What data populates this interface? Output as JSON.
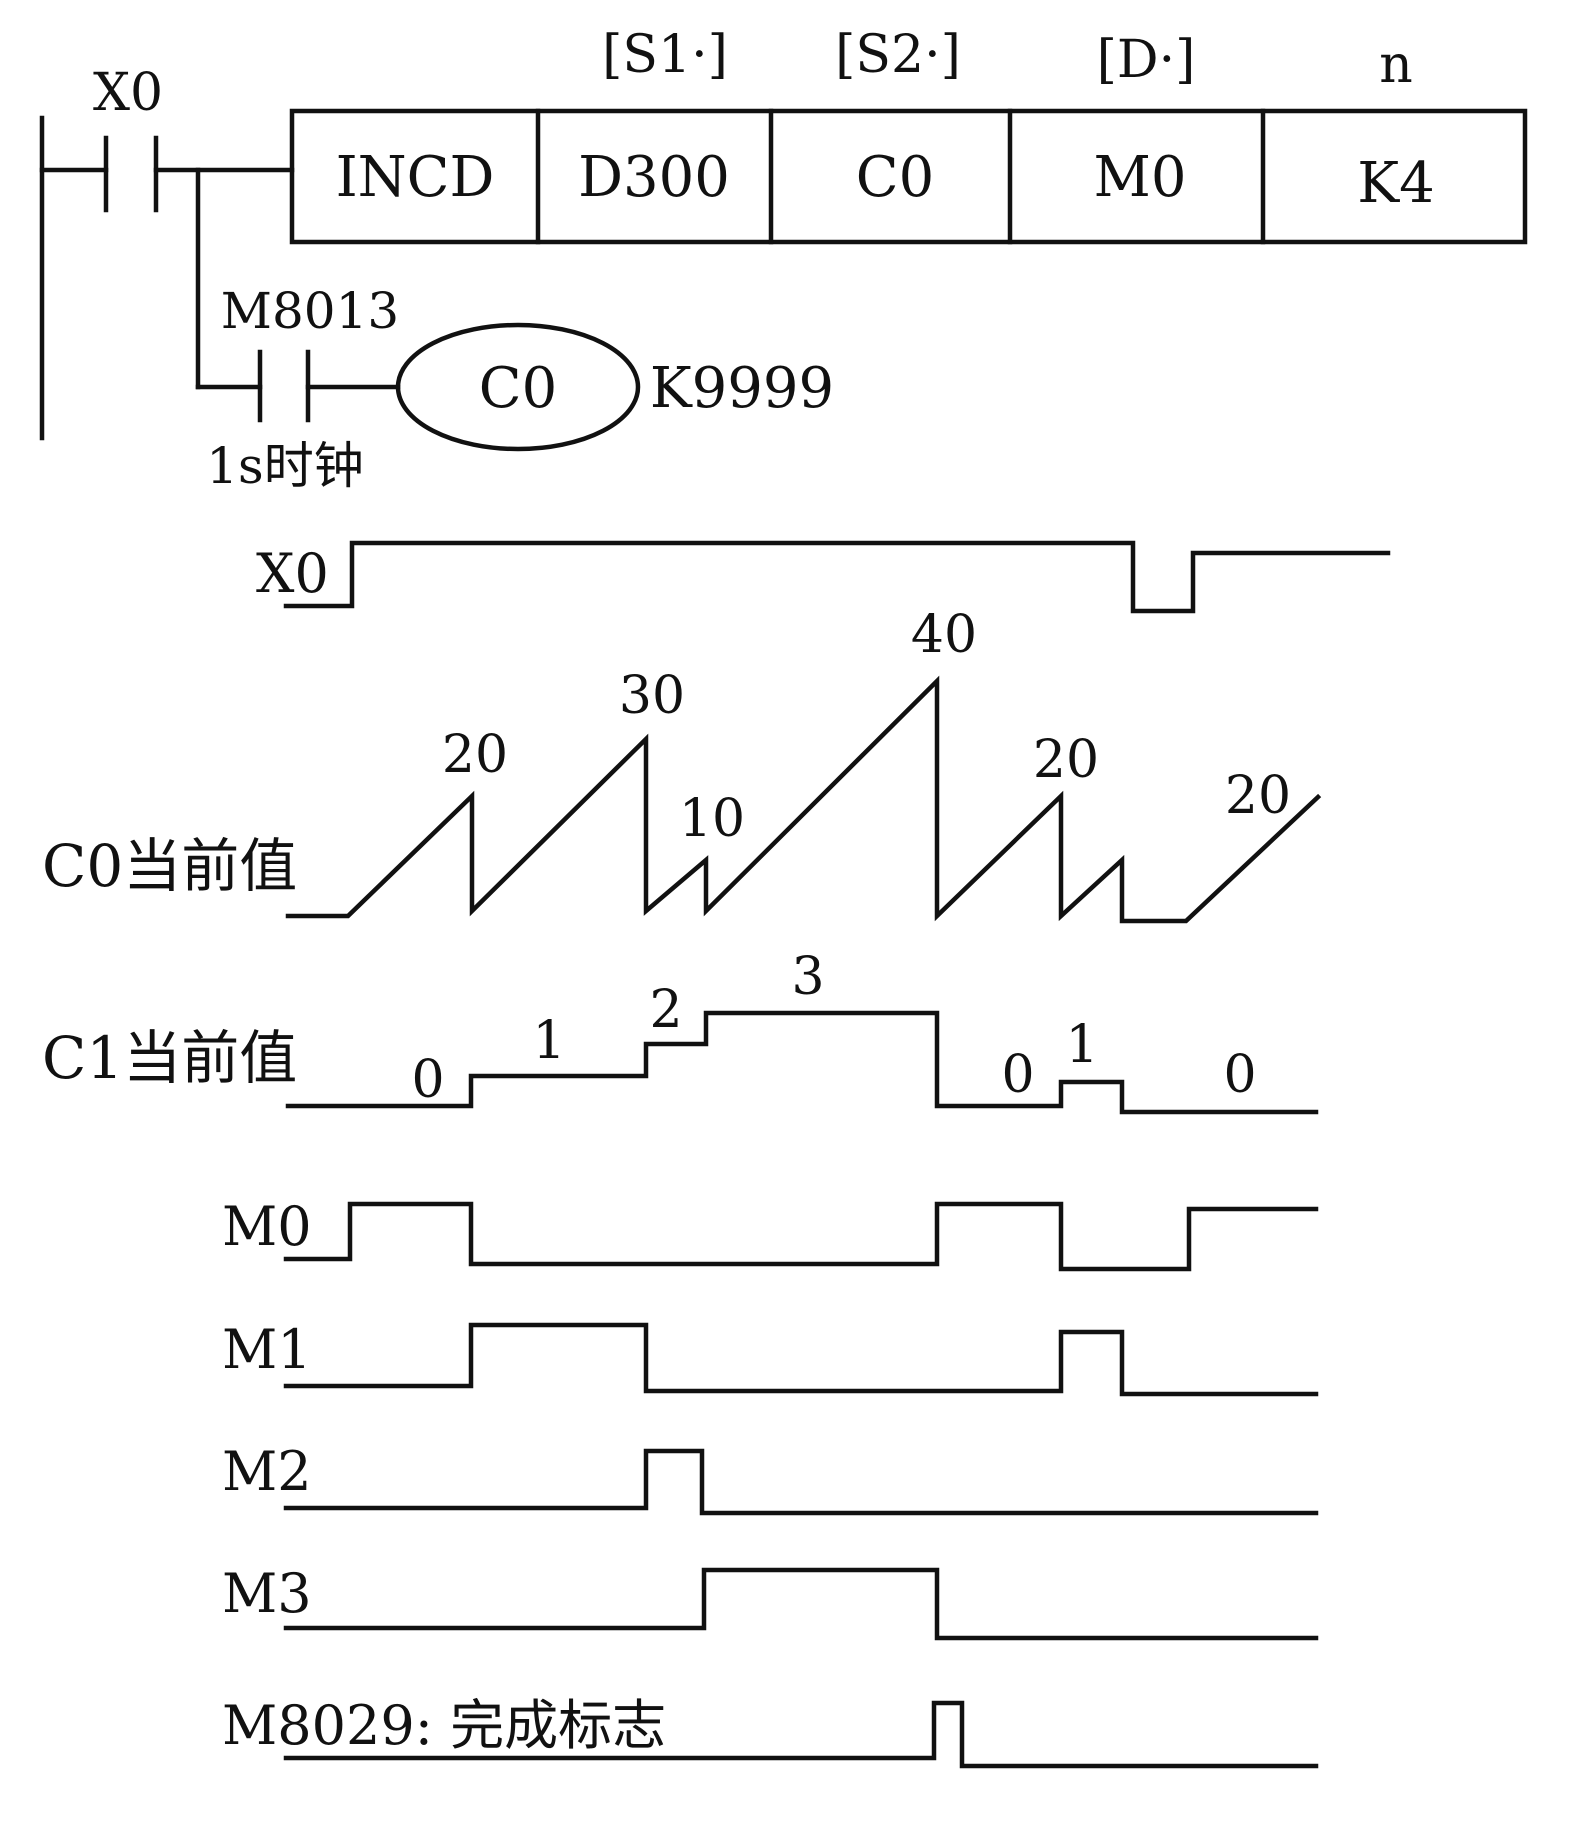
{
  "ladder": {
    "contact_x0": "X0",
    "instruction": {
      "operand_headers": [
        "[S1·]",
        "[S2·]",
        "[D·]",
        "n"
      ],
      "cells": [
        "INCD",
        "D300",
        "C0",
        "M0",
        "K4"
      ]
    },
    "contact_m8013": "M8013",
    "contact_m8013_note": "1s时钟",
    "coil": "C0",
    "coil_preset": "K9999"
  },
  "timing": {
    "signals": {
      "x0": "X0",
      "c0": "C0当前值",
      "c1": "C1当前值",
      "m0": "M0",
      "m1": "M1",
      "m2": "M2",
      "m3": "M3",
      "m8029": "M8029: 完成标志"
    },
    "c0_values": [
      "20",
      "30",
      "10",
      "40",
      "20",
      "20"
    ],
    "c1_values": [
      "0",
      "1",
      "2",
      "3",
      "0",
      "1",
      "0"
    ]
  }
}
